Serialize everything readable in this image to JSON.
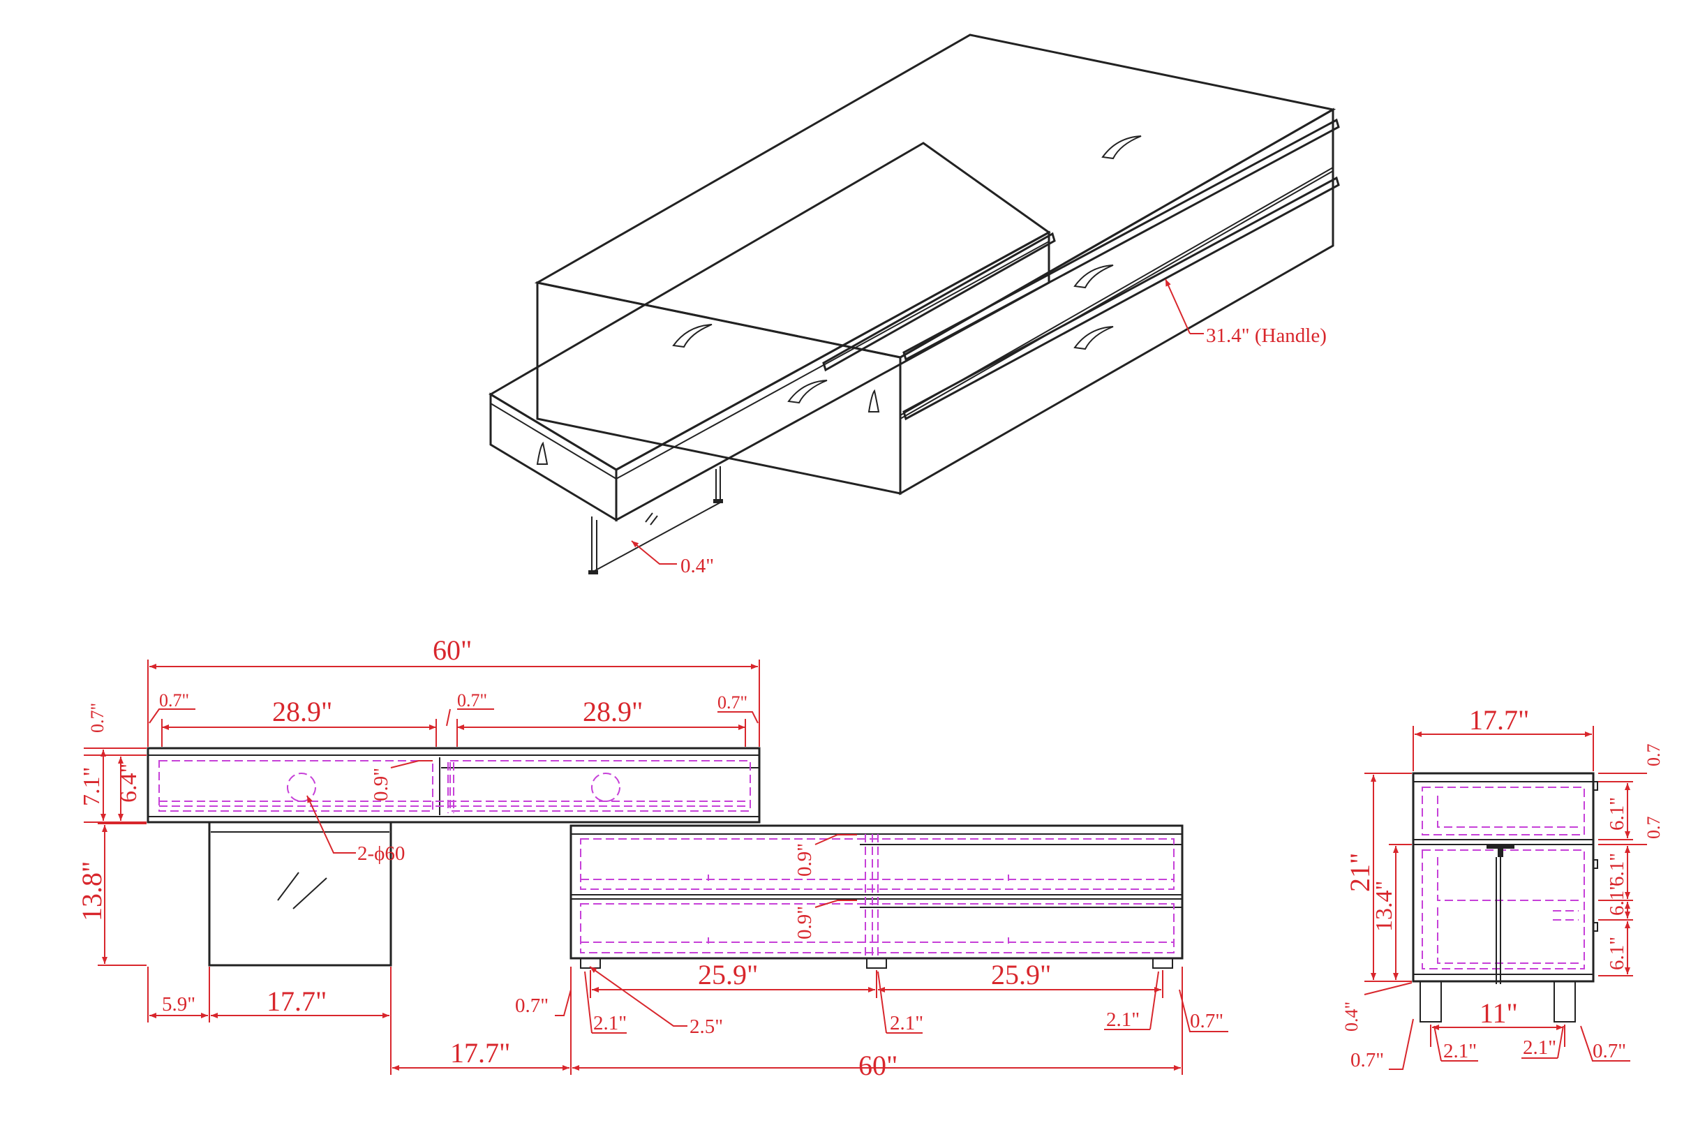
{
  "colors": {
    "line": "#222222",
    "dimension": "#d8262c",
    "hidden": "#c640d8"
  },
  "isometric": {
    "handle_callout": "31.4\" (Handle)",
    "glass_callout": "0.4\""
  },
  "front": {
    "overall_top": "60\"",
    "door_left": "28.9\"",
    "door_right": "28.9\"",
    "gap_left": "0.7\"",
    "gap_mid": "0.7\"",
    "gap_right": "0.7\"",
    "top_thickness": "0.7\"",
    "upper_height": "7.1\"",
    "upper_inner": "6.4\"",
    "handle_upper": "0.9\"",
    "holes": "2-ϕ60",
    "lower_height": "13.8\"",
    "handle_mid1": "0.9\"",
    "handle_mid2": "0.9\"",
    "leg_span_left": "25.9\"",
    "leg_span_right": "25.9\"",
    "offset_left": "5.9\"",
    "glass_width": "17.7\"",
    "edge_left": "0.7\"",
    "leg_left": "2.1\"",
    "leg_dia": "2.5\"",
    "leg_mid": "2.1\"",
    "leg_right": "2.1\"",
    "edge_right": "0.7\"",
    "offset_bottom": "17.7\"",
    "overall_bottom": "60\""
  },
  "side": {
    "depth": "17.7\"",
    "total_height": "21\"",
    "box_height": "13.4\"",
    "top_gap": "0.7",
    "drawer1": "6.1\"",
    "mid_gap": "0.7",
    "drawer2": "6.1\"",
    "drawer3": "6.1\"",
    "drawer4": "6.1\"",
    "base_gap": "0.4\"",
    "leg_span": "11\"",
    "edge_left": "0.7\"",
    "leg_left": "2.1\"",
    "leg_right": "2.1\"",
    "edge_right": "0.7\""
  }
}
